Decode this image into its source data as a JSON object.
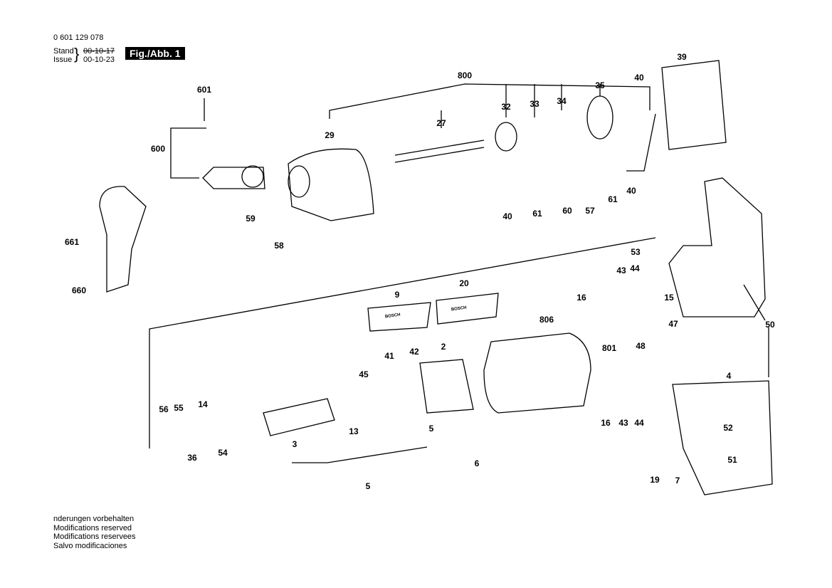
{
  "header": {
    "part_number": "0 601 129 078",
    "stand_label": "Stand",
    "issue_label": "Issue",
    "stand_date": "00-10-17",
    "issue_date": "00-10-23",
    "figure": "Fig./Abb. 1"
  },
  "labels": [
    "800",
    "601",
    "39",
    "40",
    "35",
    "34",
    "33",
    "32",
    "27",
    "29",
    "600",
    "59",
    "40",
    "61",
    "60",
    "57",
    "61",
    "40",
    "661",
    "58",
    "53",
    "43",
    "44",
    "16",
    "15",
    "660",
    "9",
    "20",
    "806",
    "47",
    "50",
    "48",
    "801",
    "41",
    "42",
    "2",
    "45",
    "4",
    "56",
    "55",
    "14",
    "52",
    "5",
    "13",
    "16",
    "43",
    "44",
    "51",
    "3",
    "36",
    "54",
    "6",
    "19",
    "7",
    "5"
  ],
  "nameplate_logo": "BOSCH",
  "footer": [
    "nderungen vorbehalten",
    "Modifications reserved",
    "Modifications reservees",
    "Salvo modificaciones"
  ]
}
